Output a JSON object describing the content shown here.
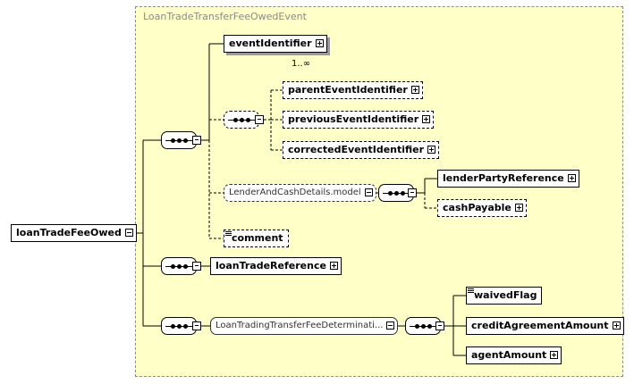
{
  "diagram": {
    "group_title": "LoanTradeTransferFeeOwedEvent",
    "root": {
      "label": "loanTradeFeeOwed"
    },
    "nodes": {
      "event_identifier": {
        "label": "eventIdentifier",
        "cardinality": "1..∞"
      },
      "parent_event_identifier": {
        "label": "parentEventIdentifier"
      },
      "previous_event_identifier": {
        "label": "previousEventIdentifier"
      },
      "corrected_event_identifier": {
        "label": "correctedEventIdentifier"
      },
      "lender_and_cash_details_model": {
        "label": "LenderAndCashDetails.model"
      },
      "lender_party_reference": {
        "label": "lenderPartyReference"
      },
      "cash_payable": {
        "label": "cashPayable"
      },
      "comment": {
        "label": "comment"
      },
      "loan_trade_reference": {
        "label": "loanTradeReference"
      },
      "fee_determination_model": {
        "label": "LoanTradingTransferFeeDeterminati..."
      },
      "waived_flag": {
        "label": "waivedFlag"
      },
      "credit_agreement_amount": {
        "label": "creditAgreementAmount"
      },
      "agent_amount": {
        "label": "agentAmount"
      }
    }
  }
}
